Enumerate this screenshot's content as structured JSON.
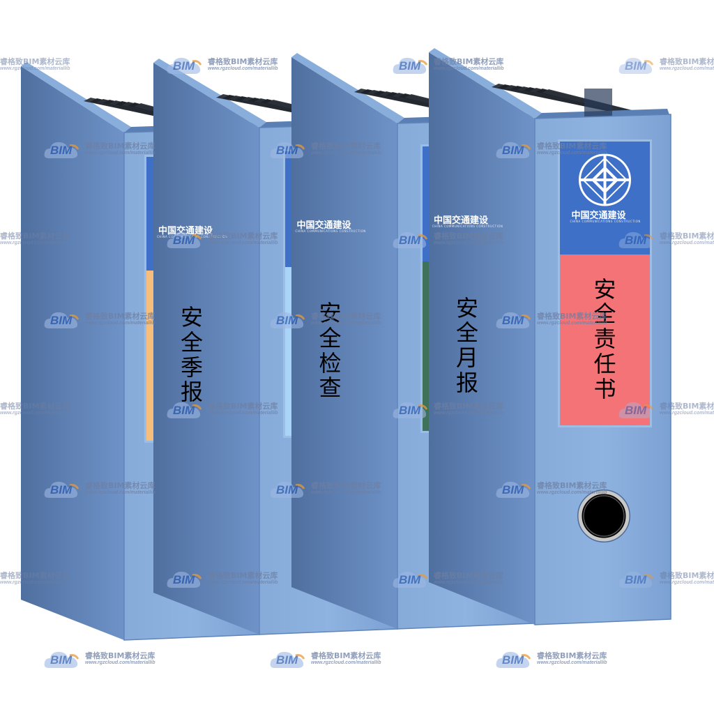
{
  "binders": [
    {
      "id": "binder-1",
      "label_color": "#f7bd7b",
      "logo_title": "中国交通建设",
      "logo_subtitle": "CHINA COMMUNICATIONS CONSTRUCTION",
      "spine_chars": [
        "安",
        "全",
        "季",
        "报"
      ]
    },
    {
      "id": "binder-2",
      "label_color": "#a9d3f7",
      "logo_title": "中国交通建设",
      "logo_subtitle": "CHINA COMMUNICATIONS CONSTRUCTION",
      "spine_chars": [
        "安",
        "全",
        "检",
        "查"
      ]
    },
    {
      "id": "binder-3",
      "label_color": "#3f725b",
      "logo_title": "中国交通建设",
      "logo_subtitle": "CHINA COMMUNICATIONS CONSTRUCTION",
      "spine_chars": [
        "安",
        "全",
        "月",
        "报"
      ]
    },
    {
      "id": "binder-4",
      "label_color": "#f47376",
      "logo_title": "中国交通建设",
      "logo_subtitle": "CHINA COMMUNICATIONS CONSTRUCTION",
      "spine_chars": [
        "安",
        "全",
        "责",
        "任",
        "书"
      ]
    }
  ],
  "colors": {
    "binder_blue": "#7ea6d8",
    "binder_side": "#6286bb",
    "label_header_blue": "#3d70c6"
  },
  "watermark": {
    "logo_text": "BIM",
    "name": "睿格致BIM素材云库",
    "url": "www.rgzcloud.com/materiallib"
  }
}
